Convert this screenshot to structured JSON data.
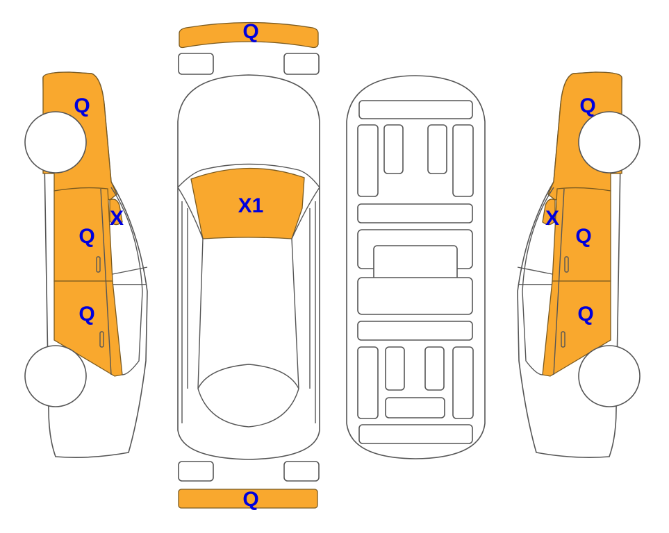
{
  "colors": {
    "damage_fill": "#F9A82E",
    "label": "#0000DD",
    "outline": "#555555"
  },
  "labels": {
    "left_front_fender": "Q",
    "left_mirror": "X",
    "left_front_door": "Q",
    "left_rear_door": "Q",
    "front_bumper": "Q",
    "windshield": "X1",
    "rear_bumper": "Q",
    "right_front_fender": "Q",
    "right_mirror": "X",
    "right_front_door": "Q",
    "right_rear_door": "Q"
  }
}
